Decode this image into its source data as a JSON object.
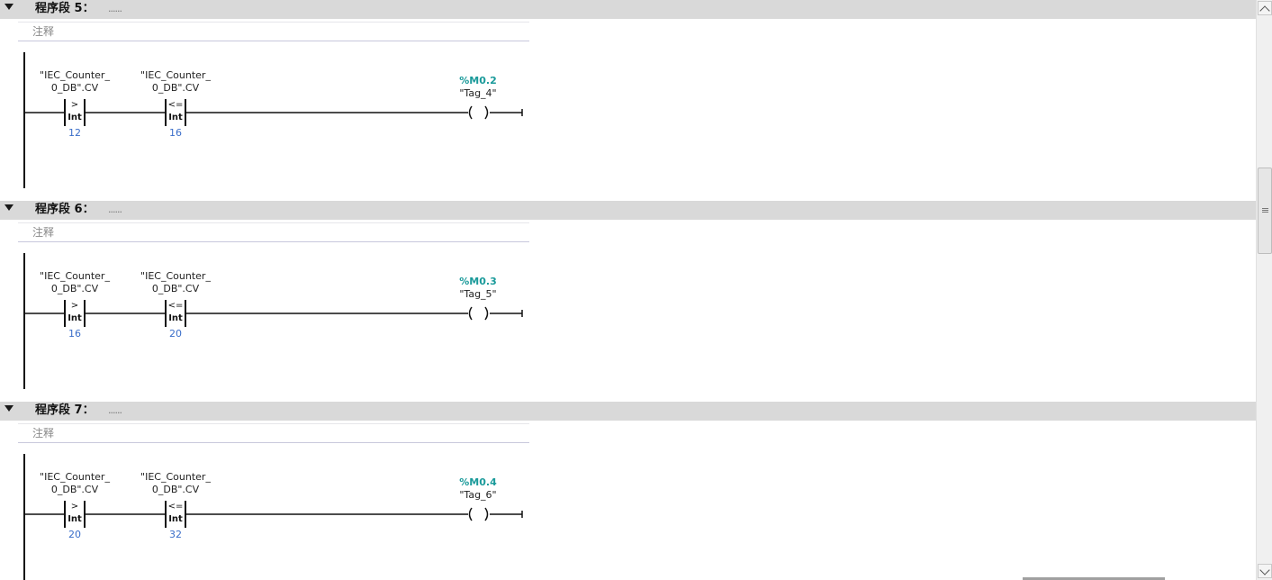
{
  "networks": [
    {
      "title": "程序段 5：",
      "title_dots": "......",
      "comment_label": "注释",
      "contacts": [
        {
          "operand_line1": "\"IEC_Counter_",
          "operand_line2": "0_DB\".CV",
          "op": ">",
          "type": "Int",
          "value": "12"
        },
        {
          "operand_line1": "\"IEC_Counter_",
          "operand_line2": "0_DB\".CV",
          "op": "<=",
          "type": "Int",
          "value": "16"
        }
      ],
      "coil": {
        "address": "%M0.2",
        "tag": "\"Tag_4\"",
        "symbol": "( )"
      }
    },
    {
      "title": "程序段 6：",
      "title_dots": "......",
      "comment_label": "注释",
      "contacts": [
        {
          "operand_line1": "\"IEC_Counter_",
          "operand_line2": "0_DB\".CV",
          "op": ">",
          "type": "Int",
          "value": "16"
        },
        {
          "operand_line1": "\"IEC_Counter_",
          "operand_line2": "0_DB\".CV",
          "op": "<=",
          "type": "Int",
          "value": "20"
        }
      ],
      "coil": {
        "address": "%M0.3",
        "tag": "\"Tag_5\"",
        "symbol": "( )"
      }
    },
    {
      "title": "程序段 7：",
      "title_dots": "......",
      "comment_label": "注释",
      "contacts": [
        {
          "operand_line1": "\"IEC_Counter_",
          "operand_line2": "0_DB\".CV",
          "op": ">",
          "type": "Int",
          "value": "20"
        },
        {
          "operand_line1": "\"IEC_Counter_",
          "operand_line2": "0_DB\".CV",
          "op": "<=",
          "type": "Int",
          "value": "32"
        }
      ],
      "coil": {
        "address": "%M0.4",
        "tag": "\"Tag_6\"",
        "symbol": "( )"
      }
    }
  ],
  "colors": {
    "header_bg": "#d9d9d9",
    "constant_value": "#3a6ec9",
    "coil_address": "#1a9a9a",
    "rung_line": "#111111"
  },
  "scrollbar": {
    "up_icon": "chevron-up-icon",
    "down_icon": "chevron-down-icon",
    "thumb_grip_icon": "grip-lines-icon"
  }
}
